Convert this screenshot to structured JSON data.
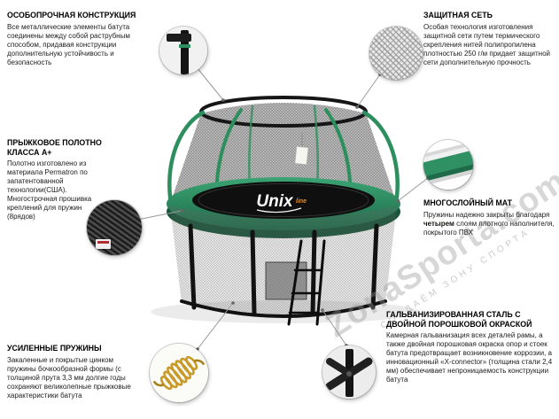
{
  "callouts": {
    "construction": {
      "title": "ОСОБОПРОЧНАЯ КОНСТРУКЦИЯ",
      "body": "Все металлические элементы батута соединены между собой раструбным способом, придавая конструкции дополнительную устойчивость и безопасность"
    },
    "net": {
      "title": "ЗАЩИТНАЯ СЕТЬ",
      "body": "Особая технология изготовления защитной сети путем термического скрепления нитей полипропилена плотностью 250 г/м придает защитной сети дополнительную прочность"
    },
    "jump_mat": {
      "title": "ПРЫЖКОВОЕ ПОЛОТНО КЛАССА А+",
      "body": "Полотно изготовлено из материала Permatron по запатентованной технологии(США). Многострочная прошивка креплений для пружин (8рядов)"
    },
    "pad": {
      "title": "МНОГОСЛОЙНЫЙ МАТ",
      "body_pre": "Пружины надежно закрыты благодаря ",
      "body_bold": "четырем",
      "body_post": " слоям плотного наполнителя, покрытого ПВХ"
    },
    "springs": {
      "title": "УСИЛЕННЫЕ ПРУЖИНЫ",
      "body": "Закаленные и покрытые цинком пружины бочкообразной формы (с толщиной прута 3,3 мм долгие годы сохраняют великолепные прыжковые характеристики батута"
    },
    "steel": {
      "title": "ГАЛЬВАНИЗИРОВАННАЯ СТАЛЬ С ДВОЙНОЙ ПОРОШКОВОЙ ОКРАСКОЙ",
      "body": "Камерная гальванизация всех деталей рамы, а также двойная порошковая окраска опор и стоек батута предотвращает возникновение коррозии, а инновационный «Х-connector» (толщина стали 2,4 мм) обеспечивает непроницаемость конструкции батута"
    }
  },
  "trampoline": {
    "brand": "Unix",
    "brand_suffix": "line"
  },
  "watermark": {
    "text": "ZonaSporta.com",
    "tagline": "СОЗДАЁМ ЗОНУ СПОРТА"
  },
  "icons": {
    "construction": "pole-joint-photo-icon",
    "net": "net-texture-photo-icon",
    "jump_mat": "mat-fabric-photo-icon",
    "pad": "pad-layers-photo-icon",
    "springs": "spring-photo-icon",
    "steel": "x-connector-photo-icon"
  },
  "colors": {
    "frame_green": "#2e8f5e",
    "pad_green_dark": "#1f6a48",
    "brand_orange": "#f08a1d",
    "watermark_gray": "#969696"
  }
}
